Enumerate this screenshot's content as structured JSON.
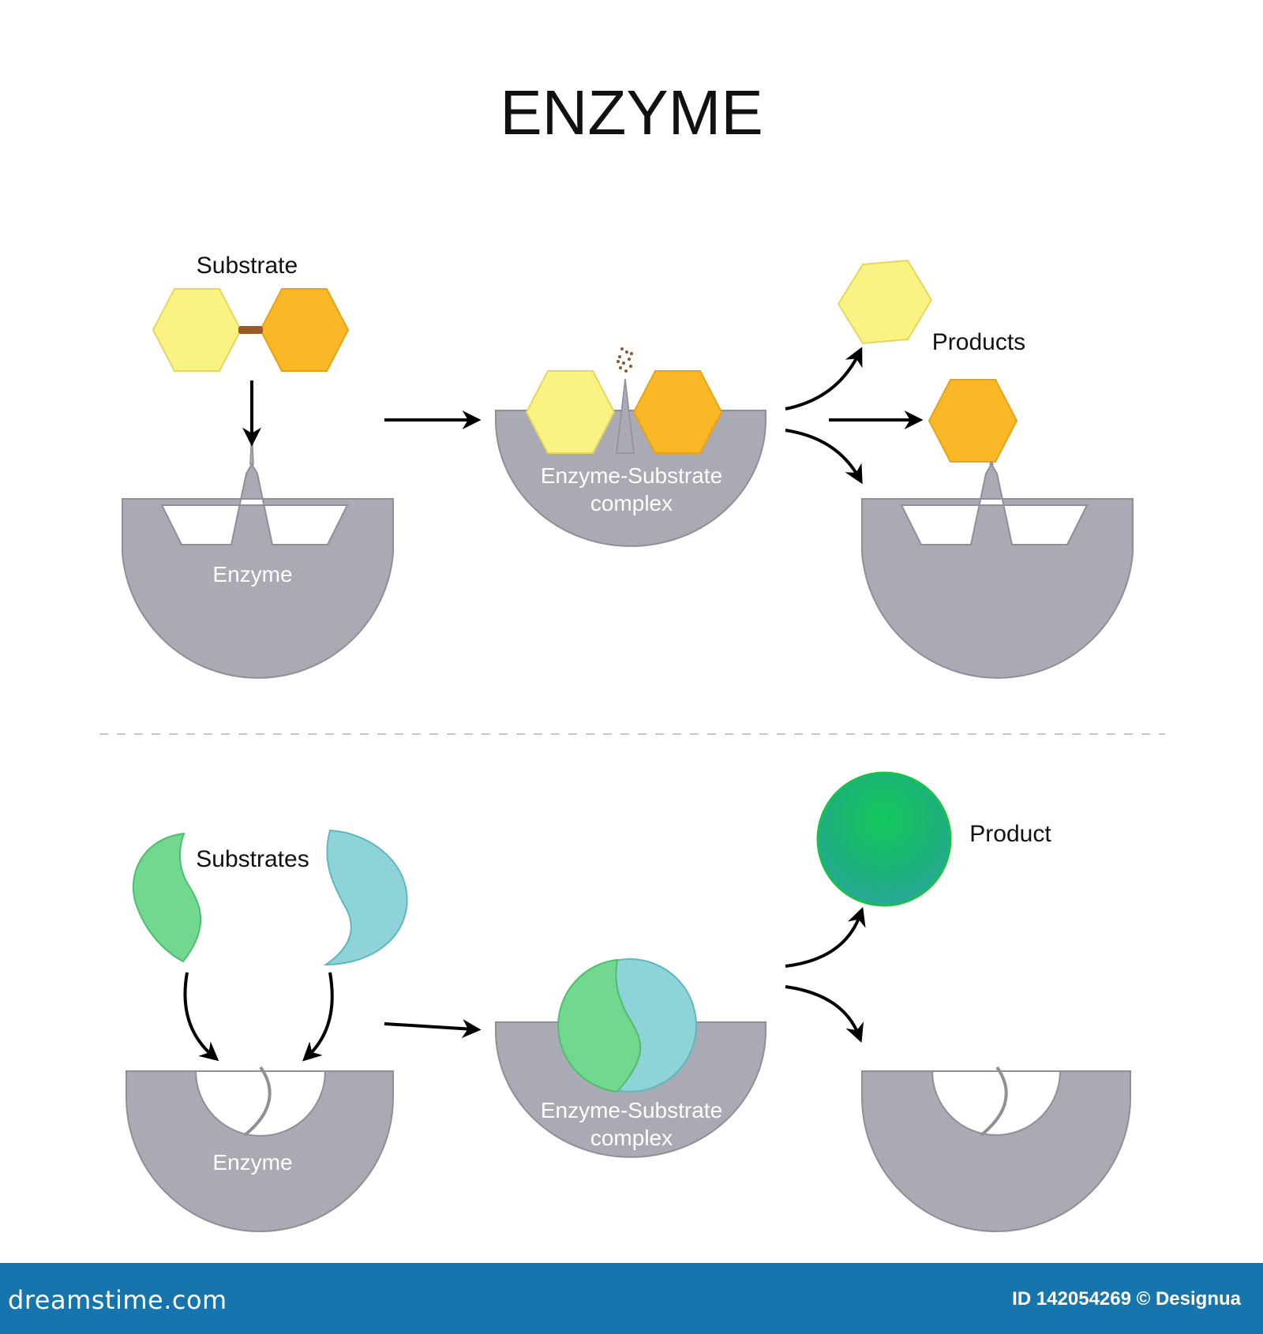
{
  "title": "ENZYME",
  "top_panel": {
    "substrate_label": "Substrate",
    "enzyme_label": "Enzyme",
    "complex_label_line1": "Enzyme-Substrate",
    "complex_label_line2": "complex",
    "products_label": "Products"
  },
  "bottom_panel": {
    "substrates_label": "Substrates",
    "enzyme_label": "Enzyme",
    "complex_label_line1": "Enzyme-Substrate",
    "complex_label_line2": "complex",
    "product_label": "Product"
  },
  "colors": {
    "enzyme": "#a9aab4",
    "substrate_yellow": "#faf282",
    "substrate_orange": "#fbb826",
    "substrate_green": "#72d88f",
    "substrate_cyan": "#8dd3d8",
    "product_green": "#1fbd73",
    "footer": "#1775ad"
  },
  "footer": {
    "brand": "dreamstime.com",
    "credit": "ID 142054269 © Designua"
  }
}
